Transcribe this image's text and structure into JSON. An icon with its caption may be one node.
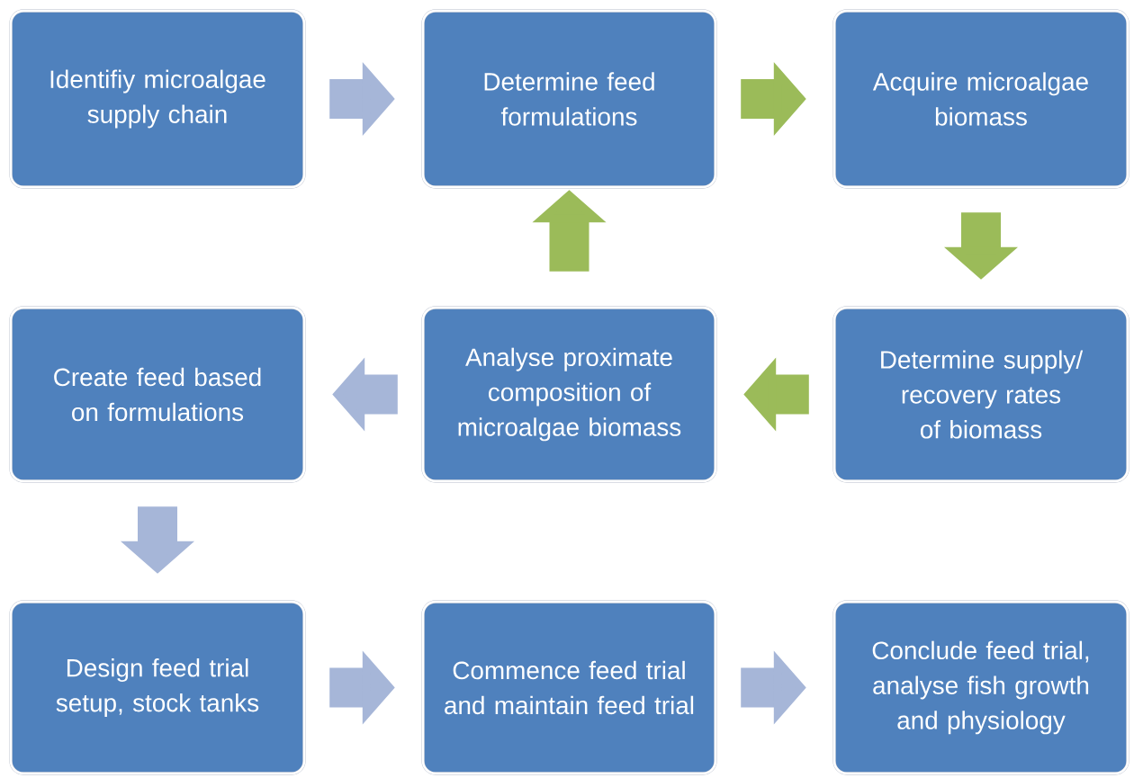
{
  "diagram": {
    "nodes": [
      {
        "text": [
          "Identifiy microalgae supply chain"
        ]
      },
      {
        "text": [
          "Determine feed formulations"
        ]
      },
      {
        "text": [
          "Acquire microalgae biomass"
        ]
      },
      {
        "text": [
          "Create feed based on formulations"
        ]
      },
      {
        "text": [
          "Analyse proximate composition of microalgae biomass"
        ]
      },
      {
        "text": [
          "Determine supply/ recovery rates of biomass"
        ]
      },
      {
        "text": [
          "Design feed trial setup, stock tanks"
        ]
      },
      {
        "text": [
          "Commence feed trial and maintain feed trial"
        ]
      },
      {
        "text": [
          "Conclude feed trial, analyse fish growth and physiology"
        ]
      }
    ],
    "edges": [
      {
        "from": 0,
        "to": 1,
        "arrow": "to"
      },
      {
        "from": 1,
        "to": 2,
        "arrow": "to",
        "color": "#9bbb59"
      },
      {
        "from": 2,
        "to": 5,
        "arrow": "to",
        "color": "#9bbb59"
      },
      {
        "from": 5,
        "to": 4,
        "arrow": "to",
        "color": "#9bbb59"
      },
      {
        "from": 4,
        "to": 1,
        "arrow": "to",
        "color": "#9bbb59"
      },
      {
        "from": 4,
        "to": 3,
        "arrow": "to"
      },
      {
        "from": 3,
        "to": 6,
        "arrow": "to"
      },
      {
        "from": 6,
        "to": 7,
        "arrow": "to"
      },
      {
        "from": 7,
        "to": 8,
        "arrow": "to"
      }
    ]
  }
}
